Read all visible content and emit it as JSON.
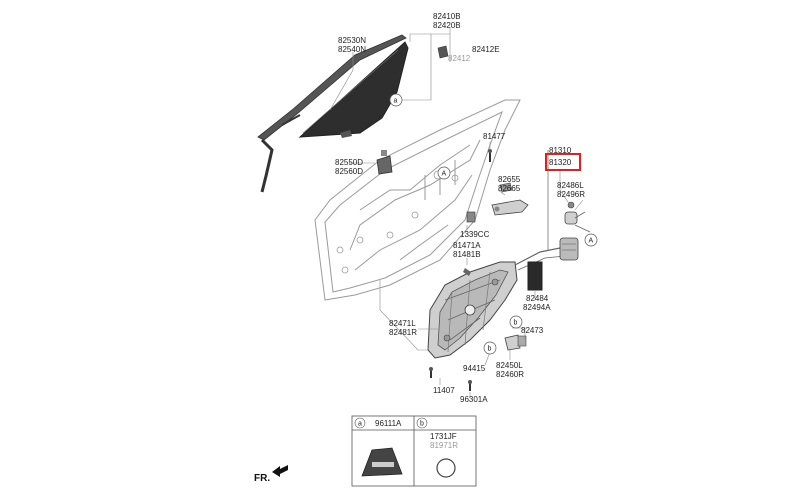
{
  "labels": {
    "p82410B": "82410B",
    "p82420B": "82420B",
    "p82530N": "82530N",
    "p82540N": "82540N",
    "p82412E": "82412E",
    "p82412": "82412",
    "p81477": "81477",
    "p82550D": "82550D",
    "p82560D": "82560D",
    "p81310": "81310",
    "p81320": "81320",
    "p82655": "82655",
    "p82665": "82665",
    "p82486L": "82486L",
    "p82496R": "82496R",
    "p1339CC": "1339CC",
    "p81471A": "81471A",
    "p81481B": "81481B",
    "p82484": "82484",
    "p82494A": "82494A",
    "p82471L": "82471L",
    "p82481R": "82481R",
    "p82473": "82473",
    "p94415": "94415",
    "p82450L": "82450L",
    "p82460R": "82460R",
    "p11407": "11407",
    "p96301A": "96301A",
    "fr": "FR."
  },
  "callouts": {
    "a": "a",
    "b": "b",
    "A": "A"
  },
  "legend": {
    "a_key": "a",
    "a_part": "96111A",
    "b_key": "b",
    "b_part1": "1731JF",
    "b_part2": "81971R"
  },
  "highlight_color": "#e02020",
  "line_color": "#8a8a8a"
}
